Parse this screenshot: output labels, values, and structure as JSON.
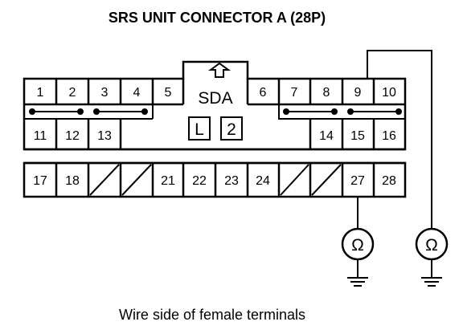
{
  "title": "SRS UNIT CONNECTOR A (28P)",
  "caption": "Wire side of female terminals",
  "connector": {
    "label": "SDA",
    "key_left": "L",
    "key_right": "2",
    "pins": {
      "p1": "1",
      "p2": "2",
      "p3": "3",
      "p4": "4",
      "p5": "5",
      "p6": "6",
      "p7": "7",
      "p8": "8",
      "p9": "9",
      "p10": "10",
      "p11": "11",
      "p12": "12",
      "p13": "13",
      "p14": "14",
      "p15": "15",
      "p16": "16",
      "p17": "17",
      "p18": "18",
      "p21": "21",
      "p22": "22",
      "p23": "23",
      "p24": "24",
      "p27": "27",
      "p28": "28"
    }
  },
  "meters": {
    "left_symbol": "Ω",
    "right_symbol": "Ω"
  }
}
